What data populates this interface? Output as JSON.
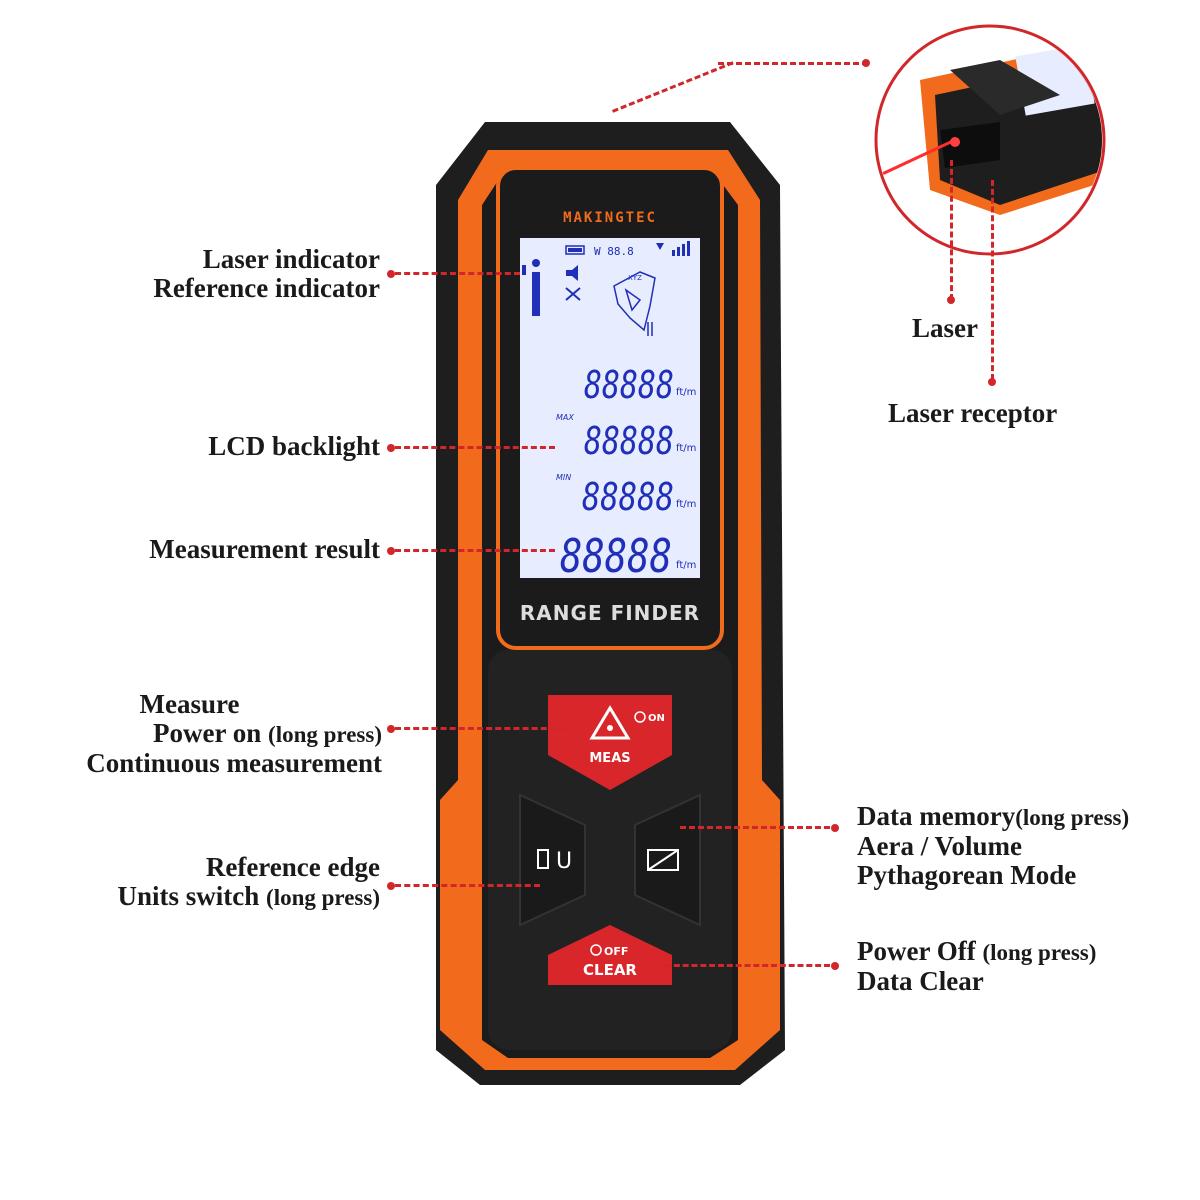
{
  "device": {
    "brand": "MAKINGTEC",
    "model_label": "RANGE FINDER",
    "lcd": {
      "top_status": "W 88.8",
      "row_digits": [
        "88888",
        "88888",
        "88888",
        "88888"
      ],
      "max_label": "MAX",
      "min_label": "MIN",
      "unit_label": "ft/m",
      "small_label": "XYZ"
    },
    "buttons": {
      "meas_label": "MEAS",
      "on_label": "ON",
      "units_label": "U",
      "clear_label": "CLEAR",
      "off_label": "OFF"
    },
    "colors": {
      "body_orange": "#f26a1b",
      "body_black": "#1e1e1e",
      "button_red": "#d8262b",
      "lcd_bg": "#e8ecff",
      "lcd_digits": "#1f2fb8",
      "leader_red": "#d1272b"
    }
  },
  "annotations": {
    "laser_indicator": "Laser indicator",
    "reference_indicator": "Reference indicator",
    "lcd_backlight": "LCD backlight",
    "measurement_result": "Measurement result",
    "measure": "Measure",
    "power_on_main": "Power on",
    "power_on_paren": "(long press)",
    "continuous_measurement": "Continuous measurement",
    "reference_edge": "Reference edge",
    "units_switch_main": "Units switch",
    "units_switch_paren": "(long press)",
    "data_memory_main": "Data memory",
    "data_memory_paren": "(long press)",
    "area_volume": "Aera / Volume",
    "pythagorean_mode": "Pythagorean Mode",
    "power_off_main": "Power Off",
    "power_off_paren": "(long press)",
    "data_clear": "Data Clear",
    "laser": "Laser",
    "laser_receptor": "Laser receptor"
  }
}
